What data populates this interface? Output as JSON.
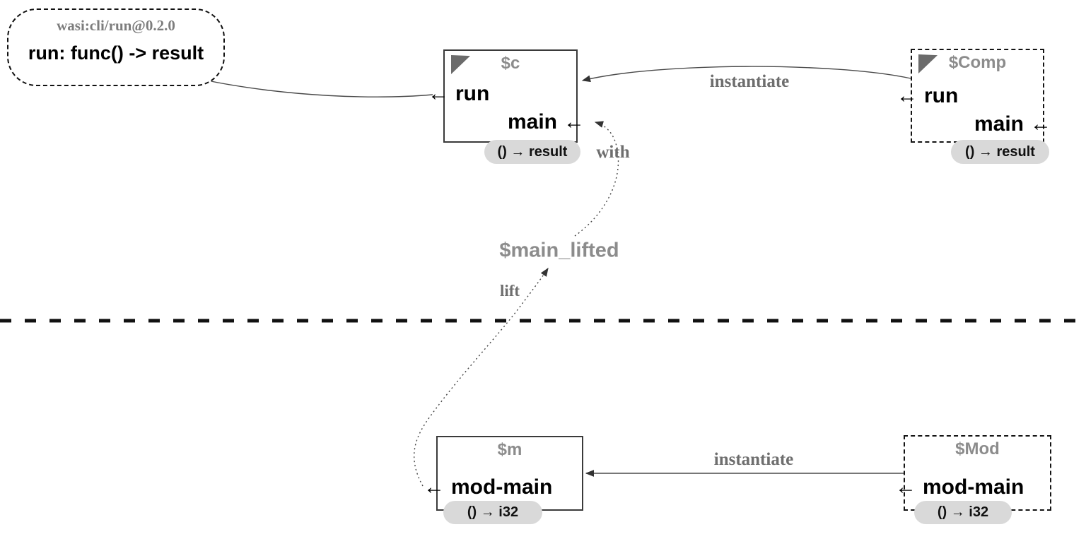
{
  "note": {
    "title": "wasi:cli/run@0.2.0",
    "signature": "run: func() -> result"
  },
  "glyphs": {
    "arrow_left": "←"
  },
  "labels": {
    "instantiate_top": "instantiate",
    "instantiate_bottom": "instantiate",
    "with": "with",
    "lift": "lift",
    "main_lifted": "$main_lifted"
  },
  "instances": {
    "c": {
      "title": "$c",
      "export_port": "run",
      "import_port": "main",
      "type_pill": "() → result"
    },
    "comp": {
      "title": "$Comp",
      "export_port": "run",
      "import_port": "main",
      "type_pill": "() → result"
    },
    "m": {
      "title": "$m",
      "export_port": "mod-main",
      "type_pill": "() → i32"
    },
    "mod": {
      "title": "$Mod",
      "export_port": "mod-main",
      "type_pill": "() → i32"
    }
  },
  "colors": {
    "label_gray": "#6e6e6e",
    "title_gray": "#8c8c8c",
    "pill_bg": "#d9d9d9",
    "line": "#4a4a4a",
    "triangle": "#6b6b6b",
    "divider": "#111111"
  }
}
